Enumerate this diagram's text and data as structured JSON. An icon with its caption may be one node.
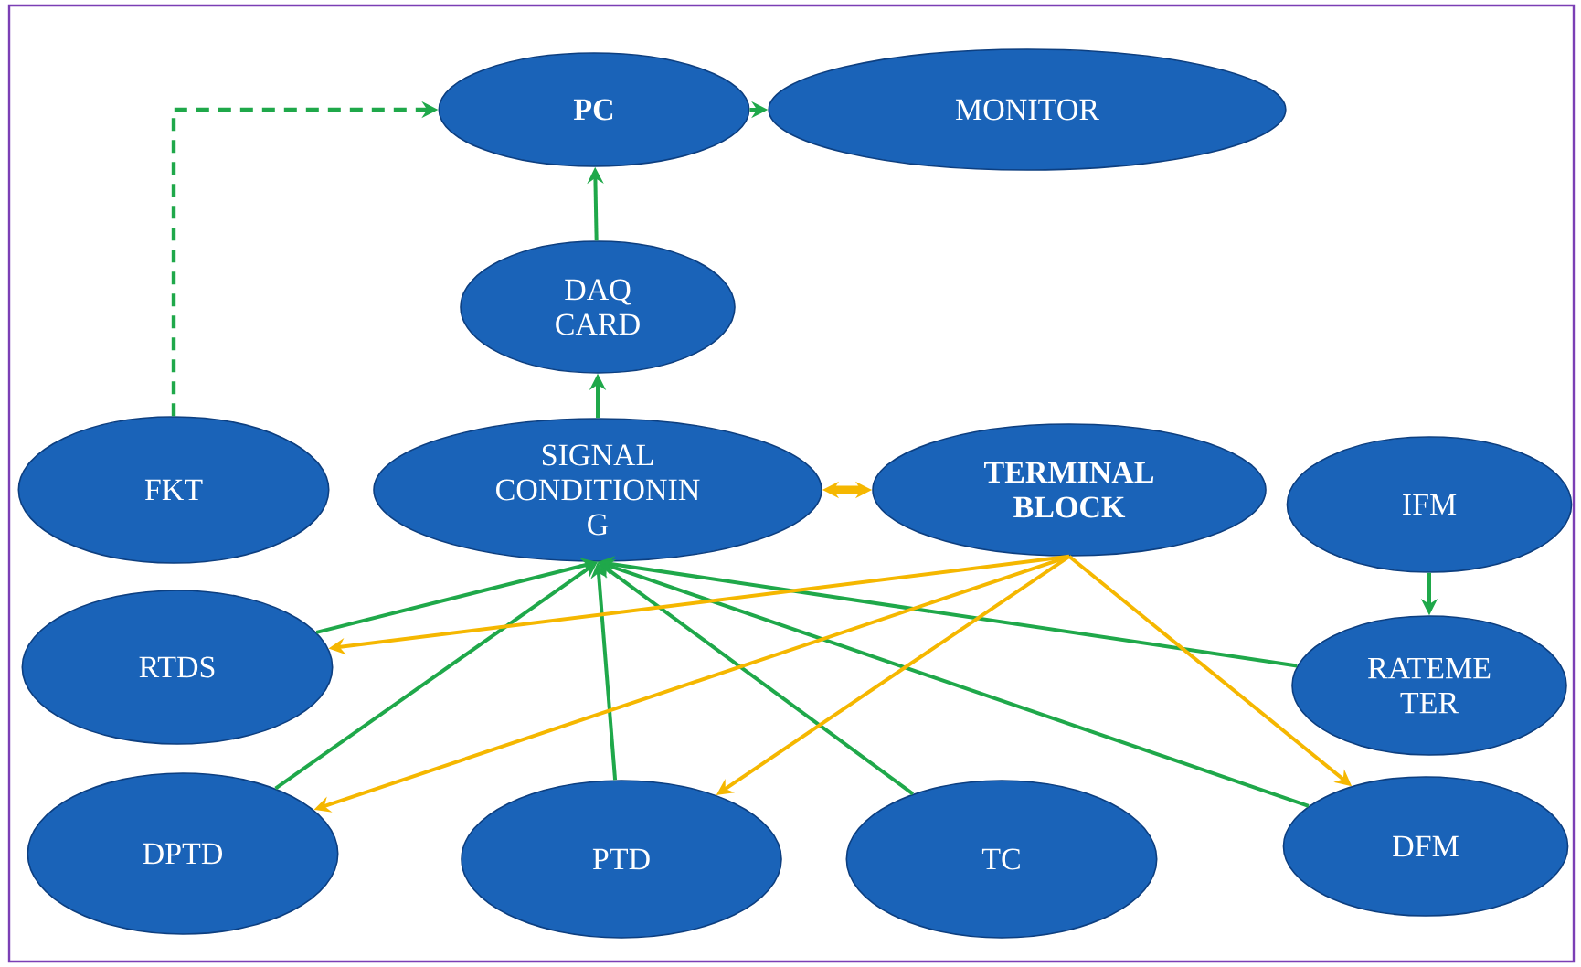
{
  "diagram": {
    "nodes": [
      {
        "text": [
          "PC"
        ]
      },
      {
        "text": [
          "MONITOR"
        ]
      },
      {
        "text": [
          "DAQ CARD"
        ]
      },
      {
        "text": [
          "FKT"
        ]
      },
      {
        "text": [
          "SIGNAL CONDITIONIN G"
        ]
      },
      {
        "text": [
          "TERMINAL BLOCK"
        ]
      },
      {
        "text": [
          "IFM"
        ]
      },
      {
        "text": [
          "RTDS"
        ]
      },
      {
        "text": [
          "RATEME TER"
        ]
      },
      {
        "text": [
          "DPTD"
        ]
      },
      {
        "text": [
          "PTD"
        ]
      },
      {
        "text": [
          "TC"
        ]
      },
      {
        "text": [
          "DFM"
        ]
      }
    ],
    "edges": [
      {
        "from": 0,
        "to": 1,
        "arrow": "to"
      },
      {
        "from": 2,
        "to": 0,
        "arrow": "to"
      },
      {
        "from": 4,
        "to": 2,
        "arrow": "to"
      },
      {
        "from": 3,
        "to": 0,
        "arrow": "to",
        "style": "dashed"
      },
      {
        "from": 4,
        "to": 5,
        "arrow": "both",
        "style": "thick",
        "color": "#f5b700"
      },
      {
        "from": 6,
        "to": 8,
        "arrow": "to"
      },
      {
        "from": 7,
        "to": 4,
        "arrow": "to"
      },
      {
        "from": 9,
        "to": 4,
        "arrow": "to"
      },
      {
        "from": 10,
        "to": 4,
        "arrow": "to"
      },
      {
        "from": 11,
        "to": 4,
        "arrow": "to"
      },
      {
        "from": 8,
        "to": 4,
        "arrow": "to"
      },
      {
        "from": 12,
        "to": 4,
        "arrow": "to"
      },
      {
        "from": 5,
        "to": 7,
        "arrow": "to",
        "color": "#f5b700"
      },
      {
        "from": 5,
        "to": 9,
        "arrow": "to",
        "color": "#f5b700"
      },
      {
        "from": 5,
        "to": 10,
        "arrow": "to",
        "color": "#f5b700"
      },
      {
        "from": 5,
        "to": 12,
        "arrow": "to",
        "color": "#f5b700"
      }
    ]
  }
}
